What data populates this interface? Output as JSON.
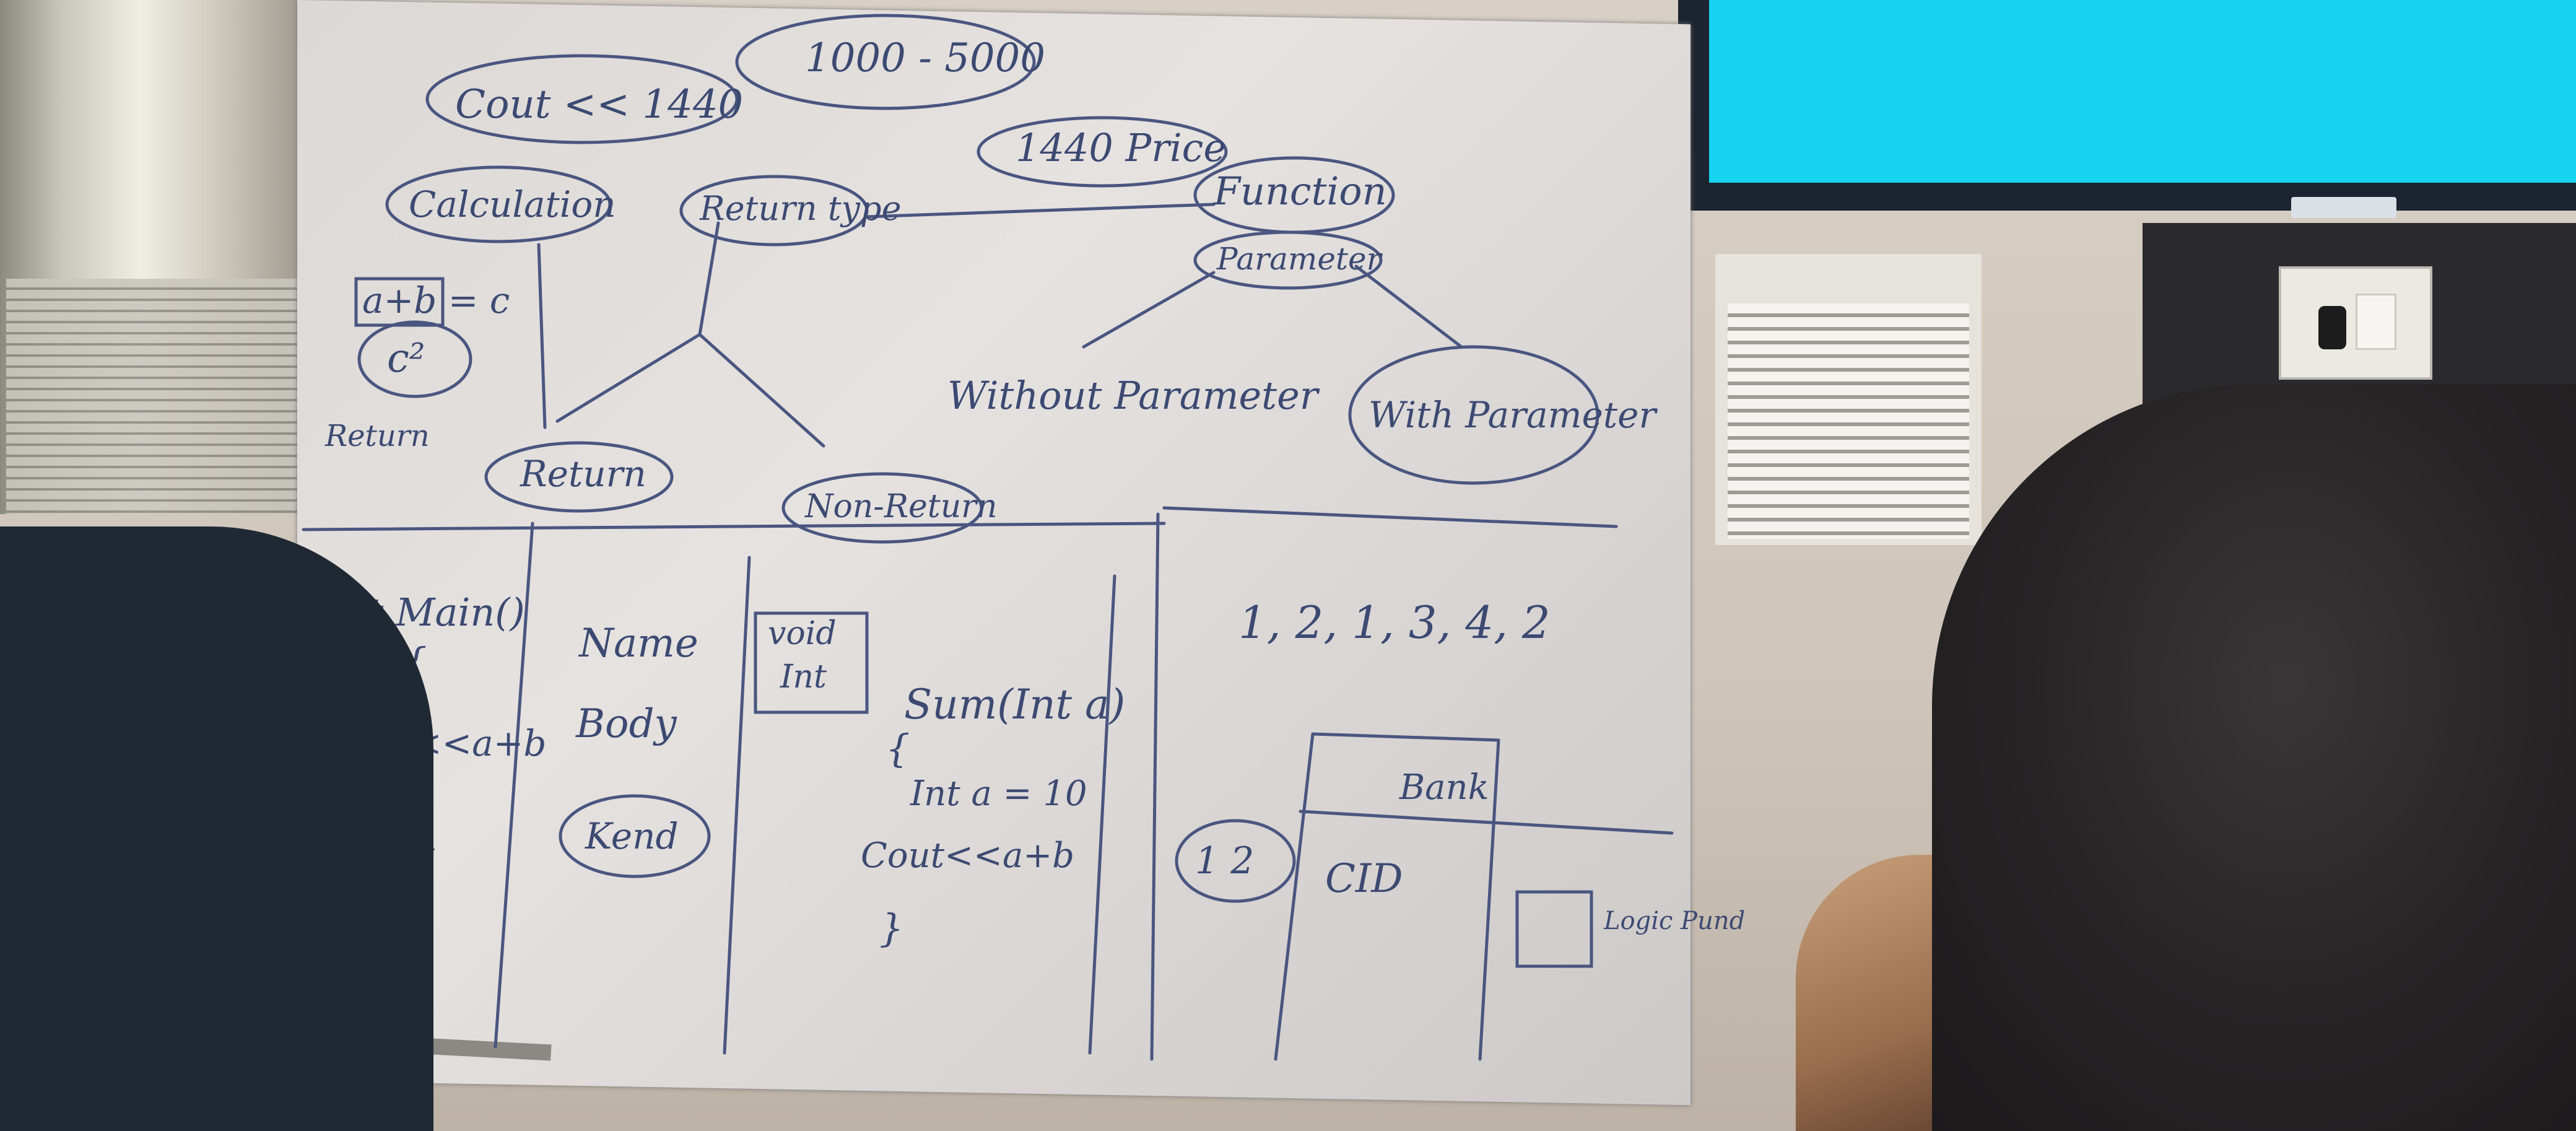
{
  "board": {
    "top_left_note": "Cout << 1440",
    "range_note": "1000 - 5000",
    "price_note": "1440 Price",
    "calc_note": "Calculation",
    "return_type": "Return type",
    "function": "Function",
    "parameter": "Parameter",
    "sum_expr": "a+b = c",
    "square": "c²",
    "return_small": "Return",
    "return_leaf": "Return",
    "non_return_leaf": "Non-Return",
    "without_param": "Without Parameter",
    "with_param": "With Parameter"
  },
  "code_left": {
    "main": "Int Main()",
    "open": "{",
    "cout": "Cout<<a+b",
    "close": "}"
  },
  "code_mid": {
    "name": "Name",
    "body": "Body",
    "kend": "Kend"
  },
  "code_sig": {
    "void": "void",
    "int": "Int",
    "sum": "Sum(Int a)",
    "open": "{",
    "assign": "Int a = 10",
    "cout": "Cout<<a+b",
    "close": "}"
  },
  "right_panel": {
    "sequence": "1, 2, 1, 3, 4, 2",
    "bank": "Bank",
    "cid": "CID",
    "ids": "1 2",
    "logic": "Logic Pund"
  },
  "colors": {
    "tv_screen": "#17d3f0",
    "marker": "#3c4a72"
  }
}
